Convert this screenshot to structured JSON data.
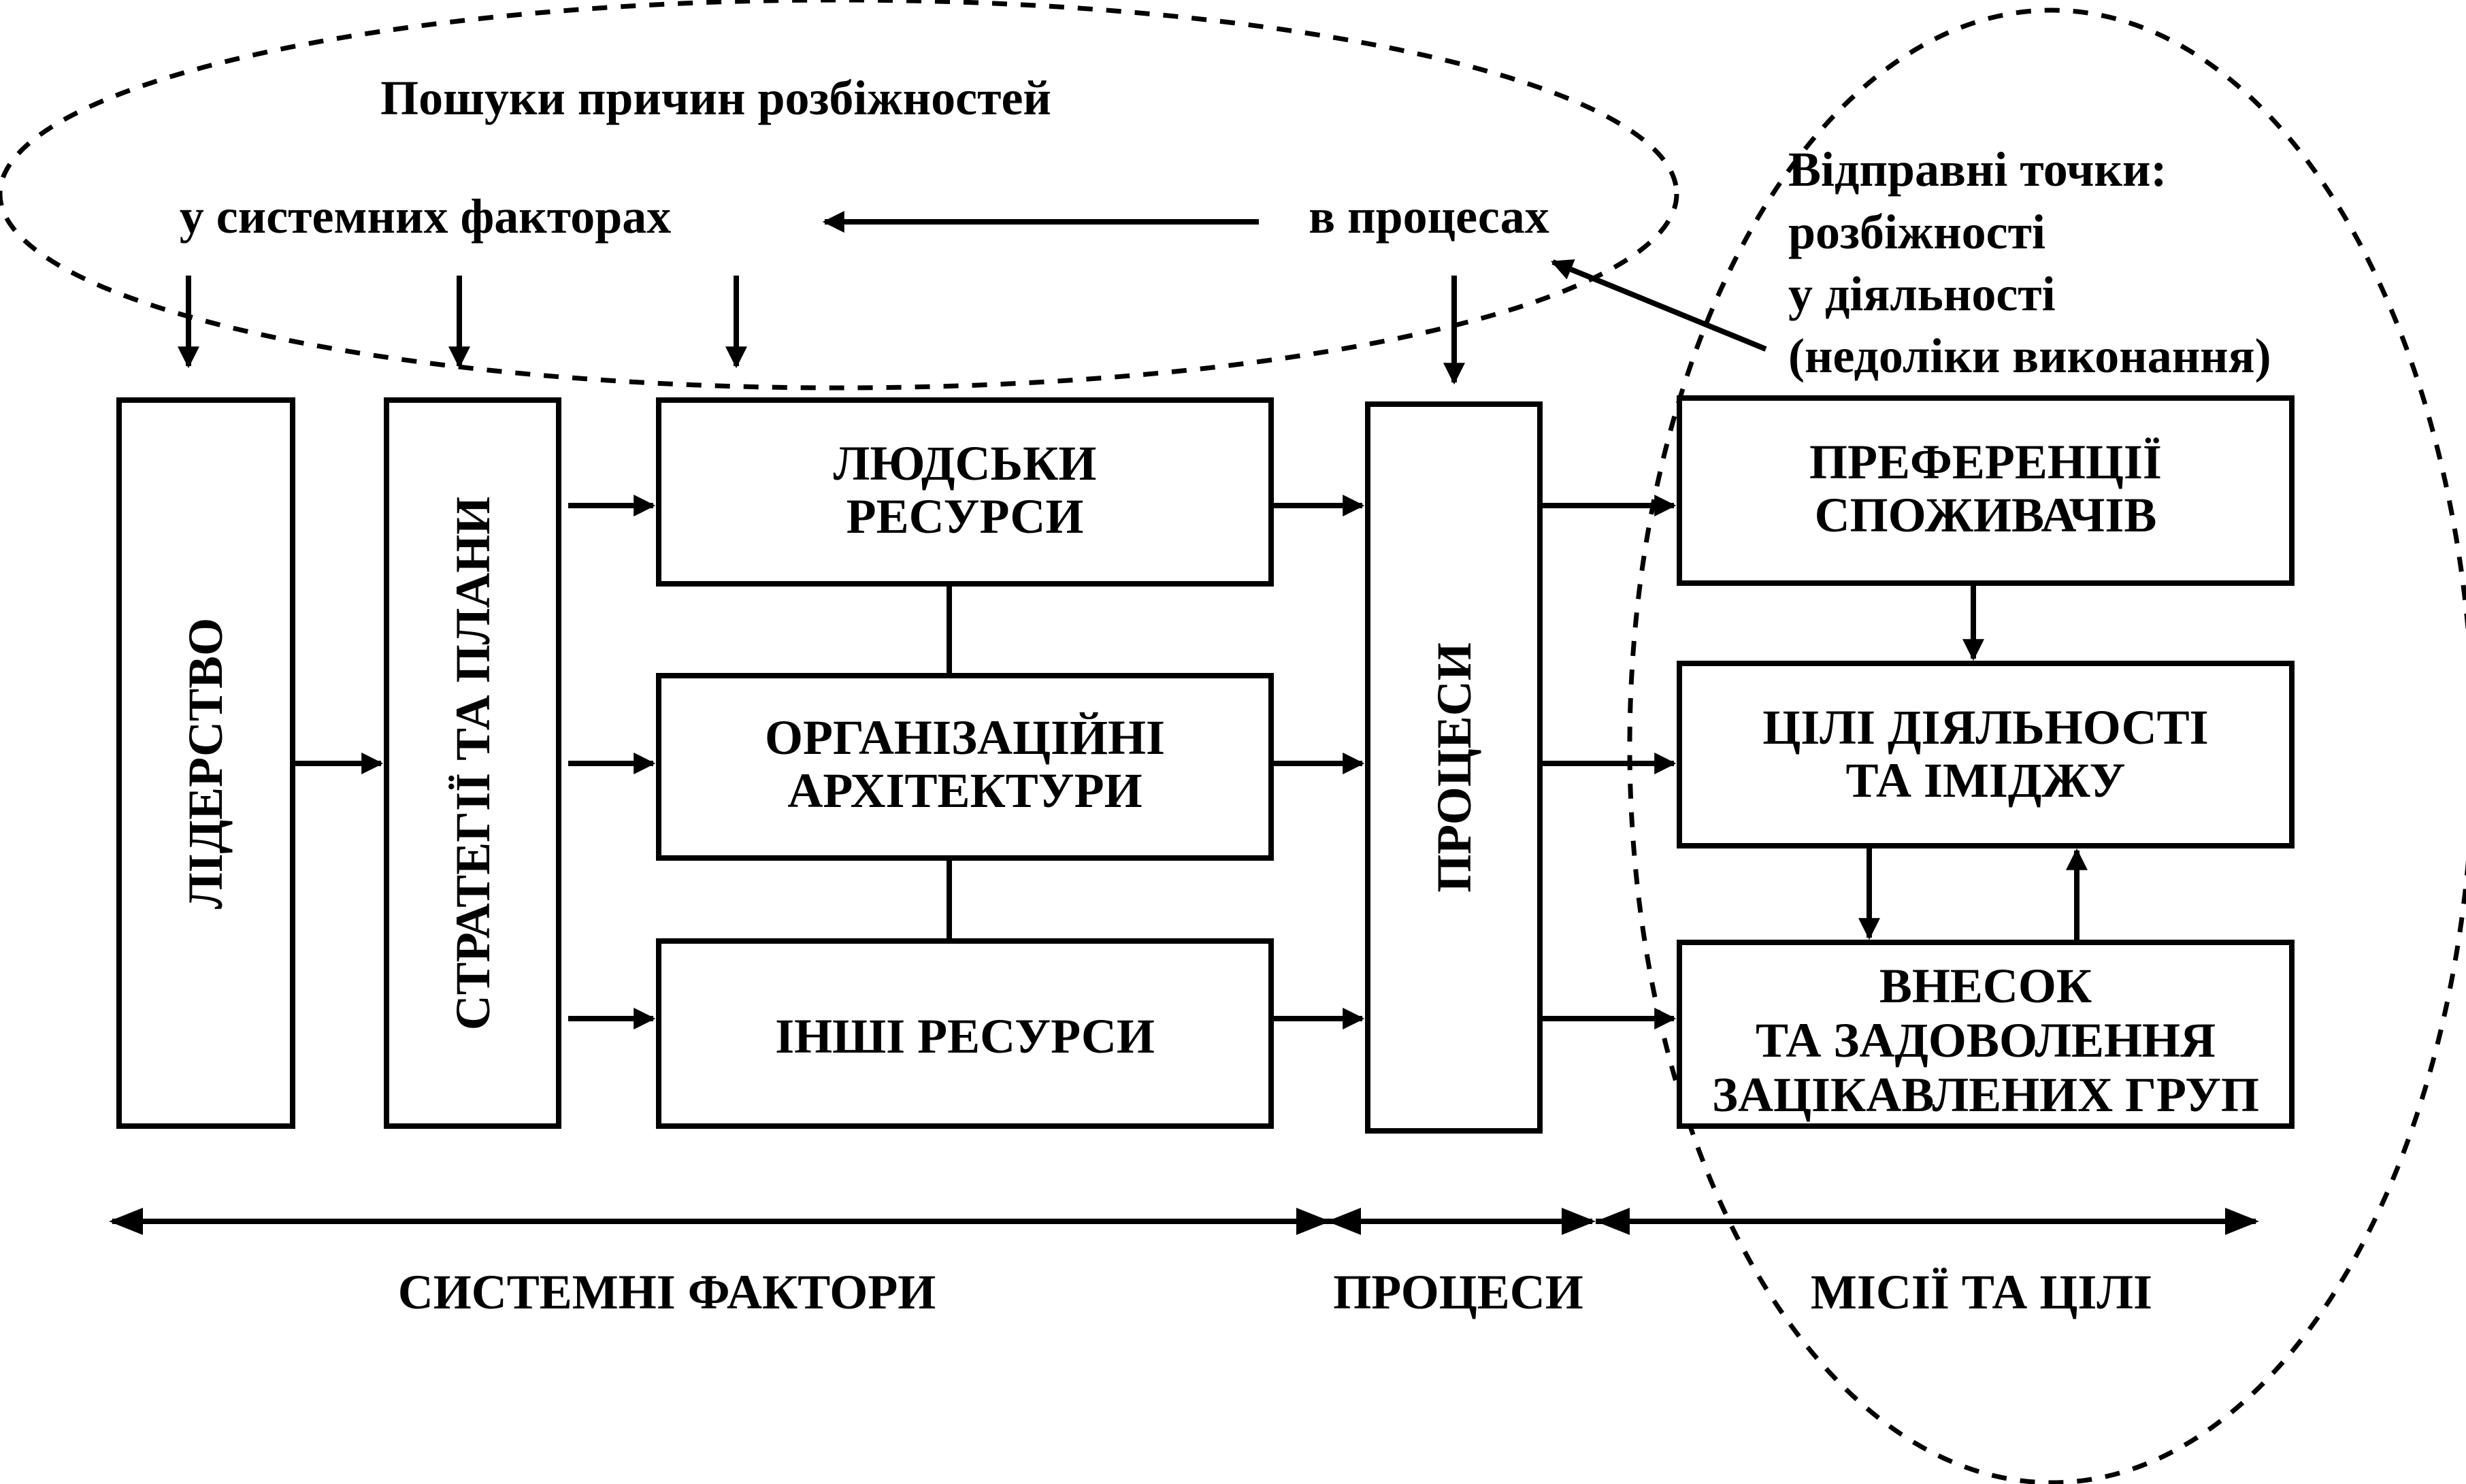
{
  "search": {
    "title": "Пошуки причин розбіжностей",
    "systemic_label": "у системних факторах",
    "process_label": "в процесах"
  },
  "starting_points": {
    "lines": [
      "Відправні точки:",
      "розбіжності",
      "у діяльності",
      "(недоліки виконання)"
    ]
  },
  "boxes": {
    "leadership": "ЛІДЕРСТВО",
    "strategies": "СТРАТЕГІЇ ТА ПЛАНИ",
    "human_resources": [
      "ЛЮДСЬКИ",
      "РЕСУРСИ"
    ],
    "org_architecture": [
      "ОРГАНІЗАЦІЙНІ",
      "АРХІТЕКТУРИ"
    ],
    "other_resources": [
      "ІНШІ РЕСУРСИ"
    ],
    "processes": "ПРОЦЕСИ",
    "customer_preferences": [
      "ПРЕФЕРЕНЦІЇ",
      "СПОЖИВАЧІВ"
    ],
    "goals_image": [
      "ЦІЛІ ДІЯЛЬНОСТІ",
      "ТА ІМІДЖУ"
    ],
    "stakeholders": [
      "ВНЕСОК",
      "ТА ЗАДОВОЛЕННЯ",
      "ЗАЦІКАВЛЕНИХ ГРУП"
    ]
  },
  "sections": {
    "systemic_factors": "СИСТЕМНІ ФАКТОРИ",
    "processes": "ПРОЦЕСИ",
    "missions_goals": "МІСІЇ ТА ЦІЛІ"
  },
  "colors": {
    "ink": "#000000",
    "background": "#ffffff"
  }
}
